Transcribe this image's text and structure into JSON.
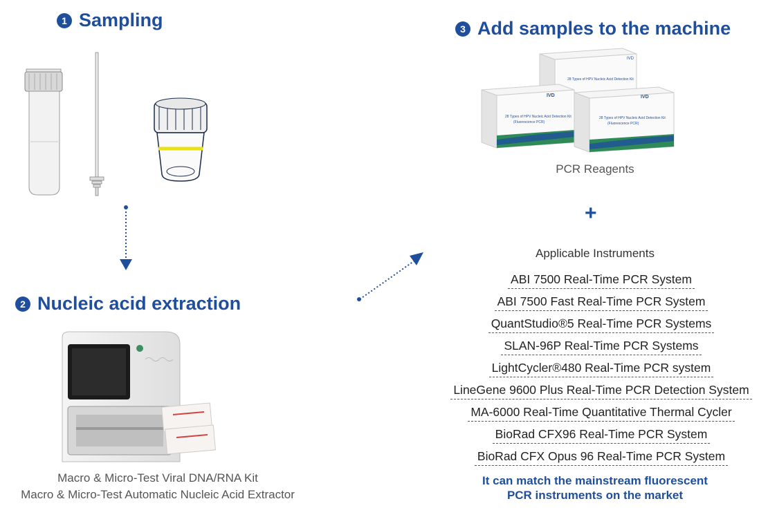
{
  "steps": [
    {
      "number": "1",
      "title": "Sampling"
    },
    {
      "number": "2",
      "title": "Nucleic acid extraction"
    },
    {
      "number": "3",
      "title": "Add samples to the machine"
    }
  ],
  "reagents": {
    "caption": "PCR Reagents",
    "box_badge": "IVD",
    "box_title": "28 Types of HPV Nucleic Acid Detection Kit",
    "box_subtitle": "(Fluorescence PCR)"
  },
  "plus": "+",
  "extraction": {
    "caption_line1": "Macro & Micro-Test Viral DNA/RNA Kit",
    "caption_line2": "Macro & Micro-Test Automatic Nucleic Acid Extractor"
  },
  "instruments": {
    "title": "Applicable Instruments",
    "items": [
      "ABI 7500 Real-Time PCR System",
      "ABI 7500 Fast Real-Time PCR System",
      "QuantStudio®5 Real-Time PCR Systems",
      "SLAN-96P Real-Time PCR Systems",
      "LightCycler®480 Real-Time PCR system",
      "LineGene 9600 Plus Real-Time PCR Detection System",
      "MA-6000 Real-Time Quantitative Thermal Cycler",
      "BioRad CFX96 Real-Time PCR System",
      "BioRad CFX Opus 96 Real-Time PCR System"
    ],
    "note_line1": "It can match the mainstream fluorescent",
    "note_line2": "PCR instruments on the market"
  },
  "colors": {
    "accent": "#1f4f9c",
    "stripe": "#2e8b57",
    "urine_band": "#e8e01a"
  }
}
